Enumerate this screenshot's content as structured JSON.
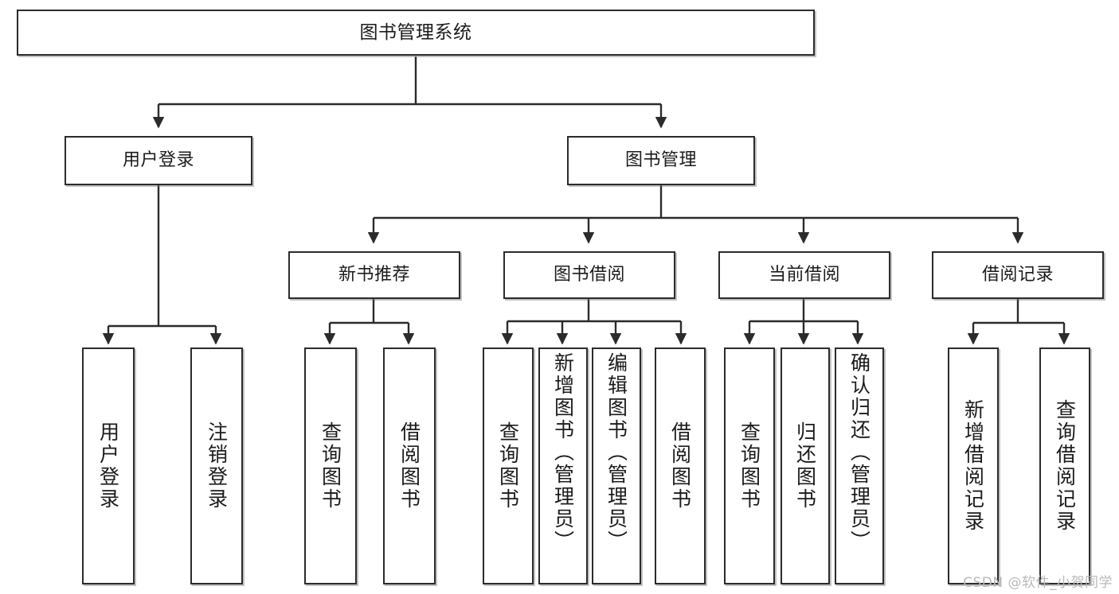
{
  "diagram": {
    "title": "图书管理系统",
    "type": "hierarchy-tree",
    "watermark": "CSDN @软件_小贺同学",
    "colors": {
      "box_border": "#2b2b2b",
      "box_fill": "#ffffff",
      "connector": "#2b2b2b",
      "watermark": "#b9b9b9",
      "background": "#ffffff"
    },
    "root": {
      "label": "图书管理系统"
    },
    "level2": [
      {
        "label": "用户登录"
      },
      {
        "label": "图书管理"
      }
    ],
    "level3": [
      {
        "label": "新书推荐"
      },
      {
        "label": "图书借阅"
      },
      {
        "label": "当前借阅"
      },
      {
        "label": "借阅记录"
      }
    ],
    "leaves_user_login": [
      {
        "label": "用户登录"
      },
      {
        "label": "注销登录"
      }
    ],
    "leaves_new_book": [
      {
        "label": "查询图书"
      },
      {
        "label": "借阅图书"
      }
    ],
    "leaves_borrow": [
      {
        "label": "查询图书"
      },
      {
        "label": "新增图书（管理员）"
      },
      {
        "label": "编辑图书（管理员）"
      },
      {
        "label": "借阅图书"
      }
    ],
    "leaves_current": [
      {
        "label": "查询图书"
      },
      {
        "label": "归还图书"
      },
      {
        "label": "确认归还（管理员）"
      }
    ],
    "leaves_record": [
      {
        "label": "新增借阅记录"
      },
      {
        "label": "查询借阅记录"
      }
    ]
  }
}
